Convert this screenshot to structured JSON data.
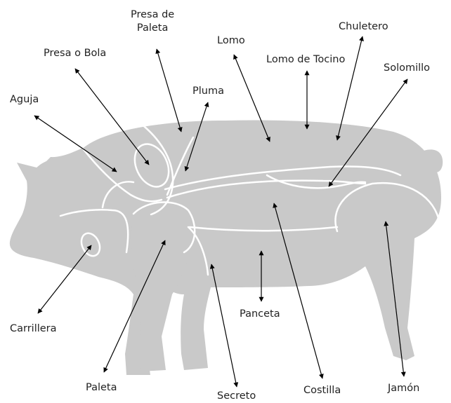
{
  "colors": {
    "body": "#c9c9c9",
    "seam": "#ffffff",
    "arrow": "#000000",
    "text": "#222222"
  },
  "labels": {
    "presa_de_paleta": [
      "Presa de",
      "Paleta"
    ],
    "lomo": "Lomo",
    "chuletero": "Chuletero",
    "presa_o_bola": "Presa o Bola",
    "lomo_de_tocino": "Lomo de Tocino",
    "solomillo": "Solomillo",
    "pluma": "Pluma",
    "aguja": "Aguja",
    "carrillera": "Carrillera",
    "panceta": "Panceta",
    "paleta": "Paleta",
    "secreto": "Secreto",
    "costilla": "Costilla",
    "jamon": "Jamón"
  }
}
